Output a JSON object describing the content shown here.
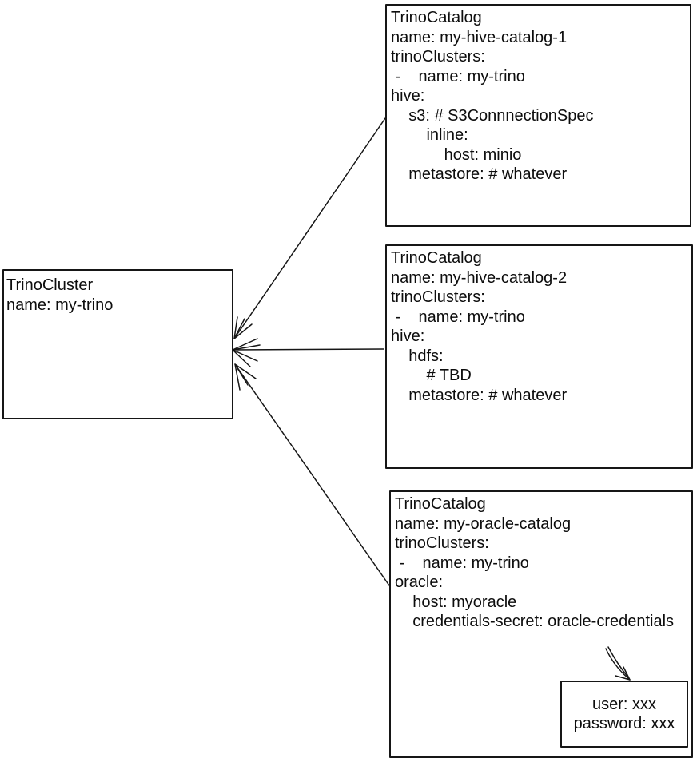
{
  "diagram": {
    "background": "#ffffff",
    "stroke_color": "#161616",
    "text_color": "#0d0d0d"
  },
  "cluster_box": {
    "lines": [
      "TrinoCluster",
      "name: my-trino"
    ]
  },
  "catalog_boxes": [
    {
      "name": "my-hive-catalog-1",
      "lines": [
        "TrinoCatalog",
        "name: my-hive-catalog-1",
        "trinoClusters:",
        " -    name: my-trino",
        "hive:",
        "    s3: # S3ConnnectionSpec",
        "        inline:",
        "            host: minio",
        "    metastore: # whatever"
      ]
    },
    {
      "name": "my-hive-catalog-2",
      "lines": [
        "TrinoCatalog",
        "name: my-hive-catalog-2",
        "trinoClusters:",
        " -    name: my-trino",
        "hive:",
        "    hdfs:",
        "        # TBD",
        "    metastore: # whatever"
      ]
    },
    {
      "name": "my-oracle-catalog",
      "lines": [
        "TrinoCatalog",
        "name: my-oracle-catalog",
        "trinoClusters:",
        " -    name: my-trino",
        "oracle:",
        "    host: myoracle",
        "    credentials-secret: oracle-credentials"
      ]
    }
  ],
  "secret_box": {
    "lines": [
      "user: xxx",
      "password: xxx"
    ]
  }
}
